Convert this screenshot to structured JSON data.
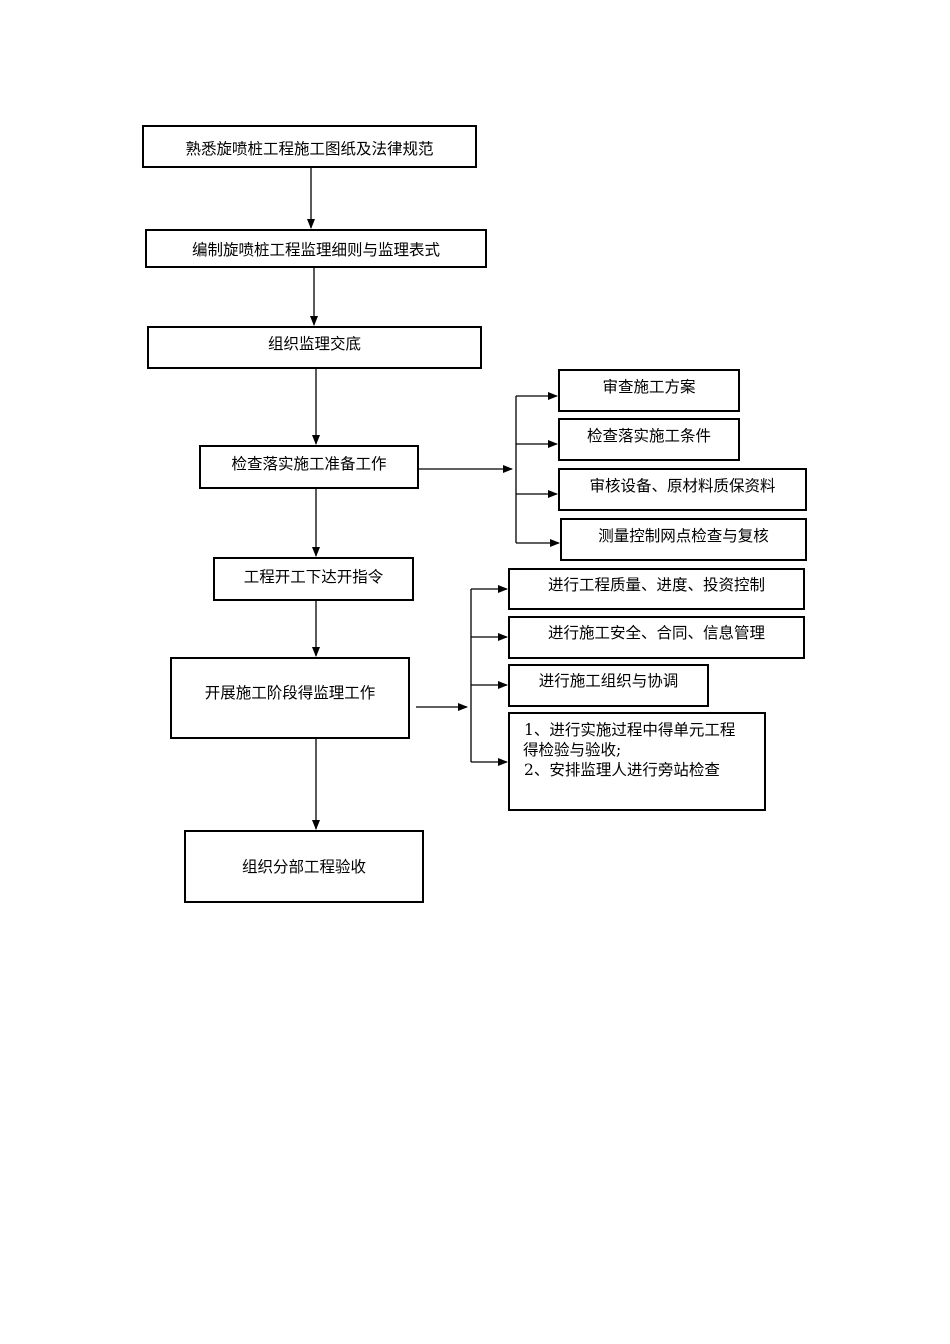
{
  "main_flow": [
    {
      "id": "step1",
      "text": "熟悉旋喷桩工程施工图纸及法律规范"
    },
    {
      "id": "step2",
      "text": "编制旋喷桩工程监理细则与监理表式"
    },
    {
      "id": "step3",
      "text": "组织监理交底"
    },
    {
      "id": "step4",
      "text": "检查落实施工准备工作"
    },
    {
      "id": "step5",
      "text": "工程开工下达开指令"
    },
    {
      "id": "step6",
      "text": "开展施工阶段得监理工作"
    },
    {
      "id": "step7",
      "text": "组织分部工程验收"
    }
  ],
  "prep_branch": [
    {
      "text": "审查施工方案"
    },
    {
      "text": "检查落实施工条件"
    },
    {
      "text": "审核设备、原材料质保资料"
    },
    {
      "text": "测量控制网点检查与复核"
    }
  ],
  "construction_branch": [
    {
      "text": "进行工程质量、进度、投资控制"
    },
    {
      "text": "进行施工安全、合同、信息管理"
    },
    {
      "text": "进行施工组织与协调"
    },
    {
      "lines": [
        "1、进行实施过程中得单元工程",
        "得检验与验收;",
        "2、安排监理人进行旁站检查"
      ]
    }
  ]
}
